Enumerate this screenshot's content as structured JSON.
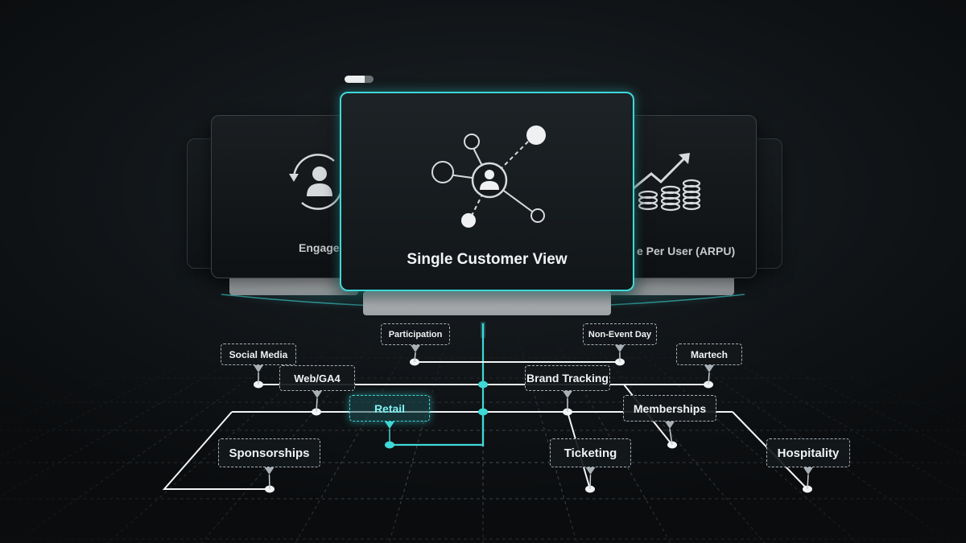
{
  "cards": {
    "left_label": "Engagen",
    "center_label": "Single Customer View",
    "right_label": "e Per User (ARPU)"
  },
  "icons": {
    "left": "engagement-cycle-user-icon",
    "center": "customer-network-icon",
    "right": "arpu-coins-trend-icon"
  },
  "nodes": [
    {
      "id": "participation",
      "label": "Participation"
    },
    {
      "id": "non-event-day",
      "label": "Non-Event Day"
    },
    {
      "id": "social-media",
      "label": "Social Media"
    },
    {
      "id": "martech",
      "label": "Martech"
    },
    {
      "id": "web-ga4",
      "label": "Web/GA4"
    },
    {
      "id": "brand-tracking",
      "label": "Brand Tracking"
    },
    {
      "id": "retail",
      "label": "Retail"
    },
    {
      "id": "memberships",
      "label": "Memberships"
    },
    {
      "id": "sponsorships",
      "label": "Sponsorships"
    },
    {
      "id": "ticketing",
      "label": "Ticketing"
    },
    {
      "id": "hospitality",
      "label": "Hospitality"
    }
  ],
  "colors": {
    "accent": "#3fd8d8",
    "line": "#f2f4f5",
    "grid": "#4a5257",
    "background": "#111518"
  }
}
